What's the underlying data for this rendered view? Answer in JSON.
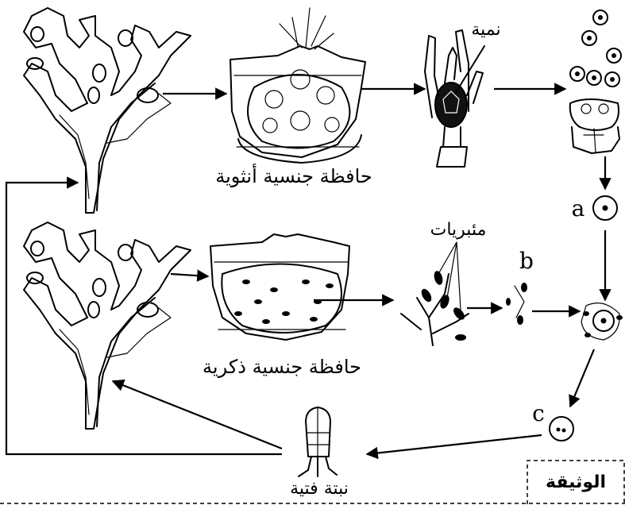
{
  "labels": {
    "female_conceptacle": "حافظة جنسية أنثوية",
    "male_conceptacle": "حافظة جنسية ذكرية",
    "oogonium": "نمية",
    "antheridia": "مئبريات",
    "young_thallus": "نبتة فتية",
    "document": "الوثيقة",
    "a": "a",
    "b": "b",
    "c": "c"
  }
}
